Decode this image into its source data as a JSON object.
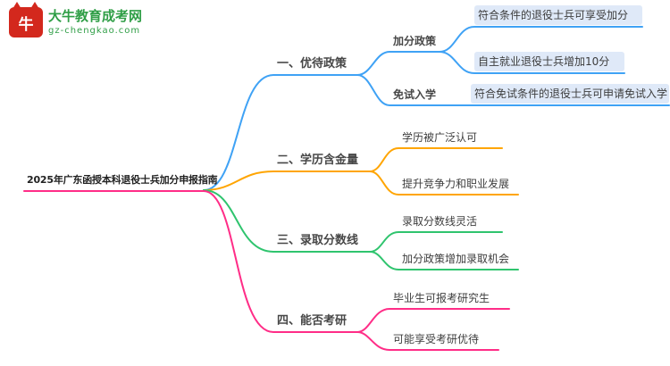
{
  "logo": {
    "icon_glyph": "牛",
    "site_name": "大牛教育成考网",
    "site_url": "gz-chengkao.com"
  },
  "colors": {
    "blue": "#3fa2f5",
    "orange": "#ffa502",
    "green": "#2fc46e",
    "pink": "#ff2d87",
    "leaf_fill": "#dfe9f8",
    "logo_red": "#d3281d",
    "logo_green": "#2f9e46"
  },
  "mindmap": {
    "root": "2025年广东函授本科退役士兵加分申报指南",
    "branches": [
      {
        "label": "一、优待政策",
        "color": "#3fa2f5",
        "children": [
          {
            "label": "加分政策",
            "children": [
              {
                "label": "符合条件的退役士兵可享受加分"
              },
              {
                "label": "自主就业退役士兵增加10分"
              }
            ]
          },
          {
            "label": "免试入学",
            "children": [
              {
                "label": "符合免试条件的退役士兵可申请免试入学"
              }
            ]
          }
        ]
      },
      {
        "label": "二、学历含金量",
        "color": "#ffa502",
        "children": [
          {
            "label": "学历被广泛认可"
          },
          {
            "label": "提升竞争力和职业发展"
          }
        ]
      },
      {
        "label": "三、录取分数线",
        "color": "#2fc46e",
        "children": [
          {
            "label": "录取分数线灵活"
          },
          {
            "label": "加分政策增加录取机会"
          }
        ]
      },
      {
        "label": "四、能否考研",
        "color": "#ff2d87",
        "children": [
          {
            "label": "毕业生可报考研究生"
          },
          {
            "label": "可能享受考研优待"
          }
        ]
      }
    ]
  }
}
